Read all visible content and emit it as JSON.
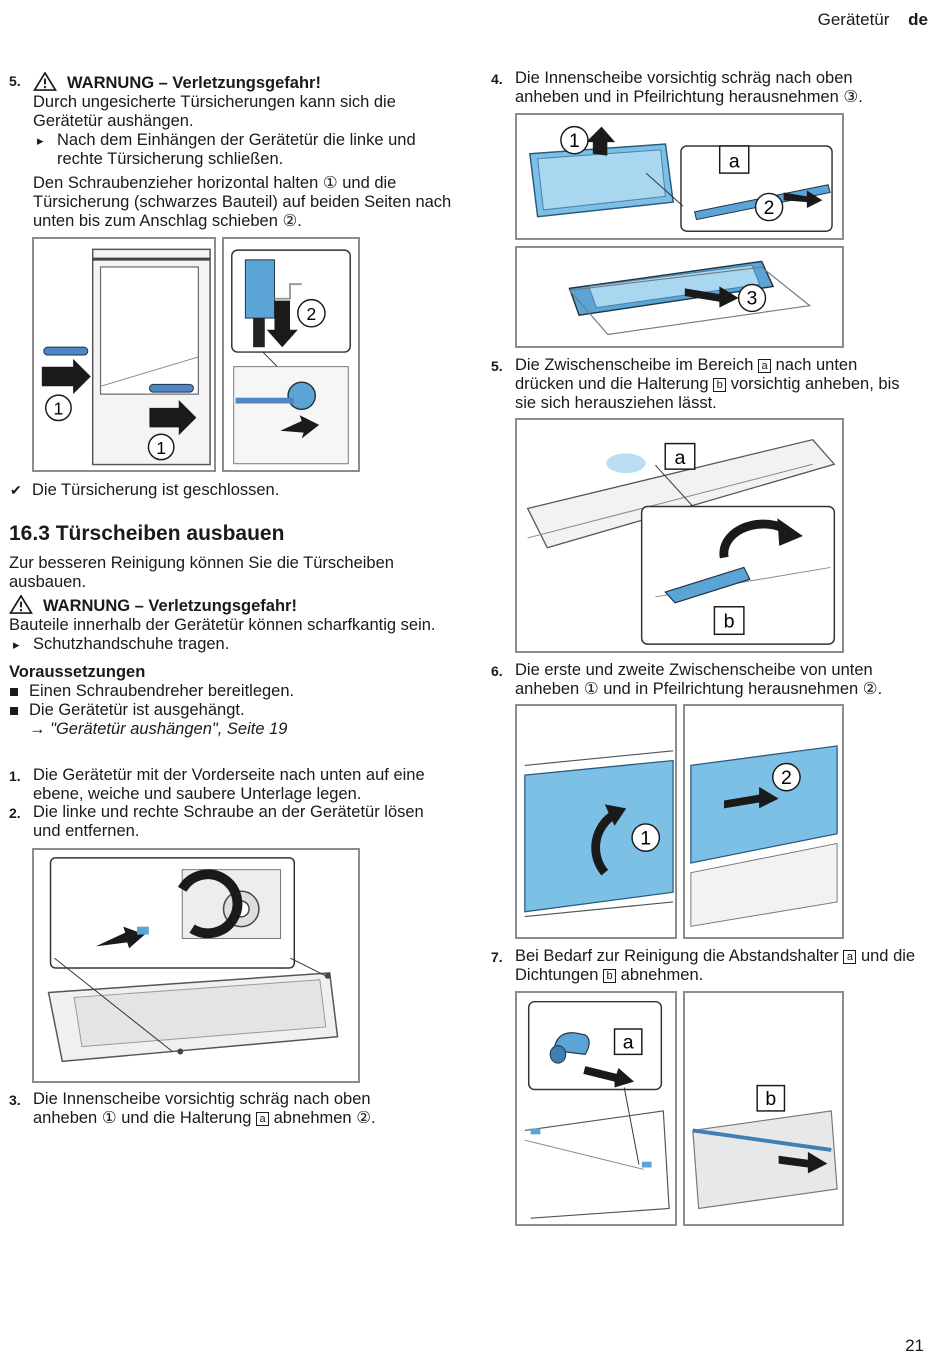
{
  "header": {
    "section": "Gerätetür",
    "lang": "de"
  },
  "page_number": "21",
  "left": {
    "step5_num": "5.",
    "step5_warning_title": "WARNUNG – Verletzungsgefahr!",
    "step5_warning_text": "Durch ungesicherte Türsicherungen kann sich die Gerätetür aushängen.",
    "step5_action": "Nach dem Einhängen der Gerätetür die linke und rechte Türsicherung schließen.",
    "step5_text": "Den Schraubenzieher horizontal halten ① und die Türsicherung (schwarzes Bauteil) auf beiden Seiten nach unten bis zum Anschlag schieben ②.",
    "fig1_labels": [
      "1",
      "1",
      "2"
    ],
    "result": "Die Türsicherung ist geschlossen.",
    "section_title": "16.3 Türscheiben ausbauen",
    "section_intro": "Zur besseren Reinigung können Sie die Türscheiben ausbauen.",
    "warning2_title": "WARNUNG – Verletzungsgefahr!",
    "warning2_text": "Bauteile innerhalb der Gerätetür können scharfkantig sein.",
    "warning2_action": "Schutzhandschuhe tragen.",
    "prereq_title": "Voraussetzungen",
    "prereq_1": "Einen Schraubendreher bereitlegen.",
    "prereq_2": "Die Gerätetür ist ausgehängt.",
    "prereq_link": "→ \"Gerätetür aushängen\", Seite 19",
    "step1_num": "1.",
    "step1_text": "Die Gerätetür mit der Vorderseite nach unten auf eine ebene, weiche und saubere Unterlage legen.",
    "step2_num": "2.",
    "step2_text": "Die linke und rechte Schraube an der Gerätetür lösen und entfernen.",
    "step3_num": "3.",
    "step3_text_a": "Die Innenscheibe vorsichtig schräg nach oben anheben ① und die Halterung ",
    "step3_box": "a",
    "step3_text_b": " abnehmen ②."
  },
  "right": {
    "step4_num": "4.",
    "step4_text": "Die Innenscheibe vorsichtig schräg nach oben anheben und in Pfeilrichtung herausnehmen ③.",
    "fig4_labels": [
      "1",
      "a",
      "2",
      "3"
    ],
    "step5_num": "5.",
    "step5_text_a": "Die Zwischenscheibe im Bereich ",
    "step5_box_a": "a",
    "step5_text_b": " nach unten drücken und die Halterung ",
    "step5_box_b": "b",
    "step5_text_c": " vorsichtig anheben, bis sie sich herausziehen lässt.",
    "fig5_labels": [
      "a",
      "b"
    ],
    "step6_num": "6.",
    "step6_text": "Die erste und zweite Zwischenscheibe von unten anheben ① und in Pfeilrichtung herausnehmen ②.",
    "fig6_labels": [
      "1",
      "2"
    ],
    "step7_num": "7.",
    "step7_text_a": "Bei Bedarf zur Reinigung die Abstandshalter ",
    "step7_box_a": "a",
    "step7_text_b": " und die Dichtungen ",
    "step7_box_b": "b",
    "step7_text_c": " abnehmen.",
    "fig7_labels": [
      "a",
      "b"
    ]
  }
}
